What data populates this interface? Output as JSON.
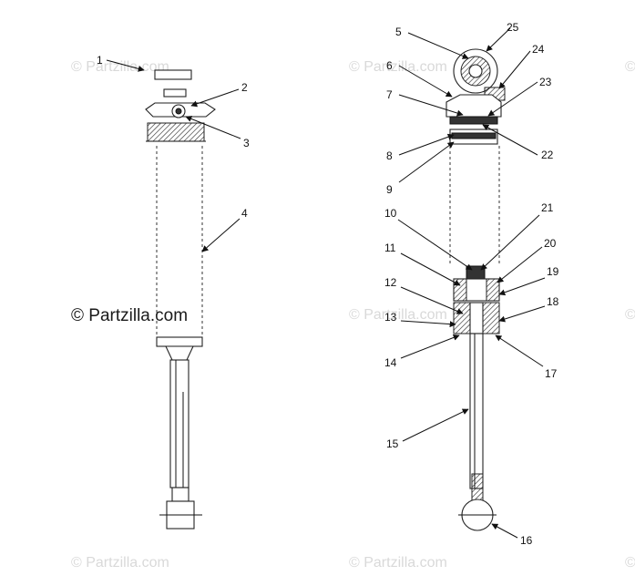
{
  "watermark": {
    "main": "© Partzilla.com",
    "repeat": "© Partzilla.com"
  },
  "callouts": [
    "1",
    "2",
    "3",
    "4",
    "5",
    "6",
    "7",
    "8",
    "9",
    "10",
    "11",
    "12",
    "13",
    "14",
    "15",
    "16",
    "17",
    "18",
    "19",
    "20",
    "21",
    "22",
    "23",
    "24",
    "25"
  ],
  "colors": {
    "ink": "#111111",
    "watermark_faint": "#d9d9d9",
    "background": "#ffffff"
  }
}
